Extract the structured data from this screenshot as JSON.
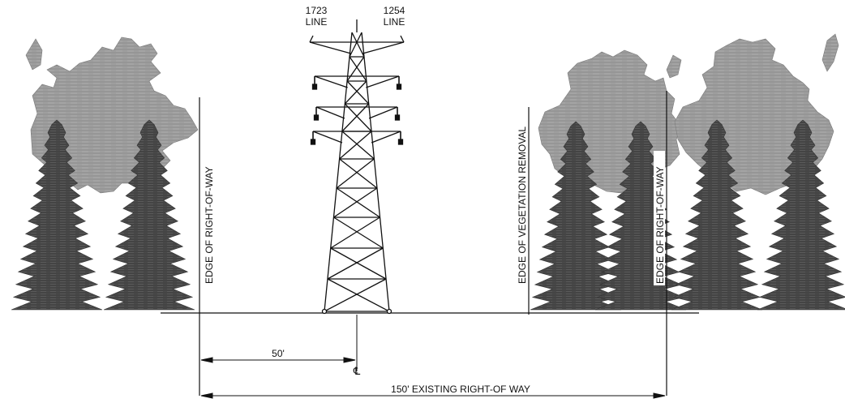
{
  "lines": {
    "left_number": "1723",
    "left_word": "LINE",
    "right_number": "1254",
    "right_word": "LINE"
  },
  "labels": {
    "edge_row_left": "EDGE OF RIGHT-OF-WAY",
    "edge_vegetation": "EDGE OF VEGETATION REMOVAL",
    "edge_row_right": "EDGE OF RIGHT-OF-WAY"
  },
  "dimensions": {
    "half_width": "50'",
    "centerline": "℄",
    "total_width": "150' EXISTING RIGHT-OF WAY"
  },
  "colors": {
    "line": "#111111",
    "canopy": "#9b9b9b",
    "evergreen": "#4b4b4b",
    "background": "#ffffff"
  }
}
